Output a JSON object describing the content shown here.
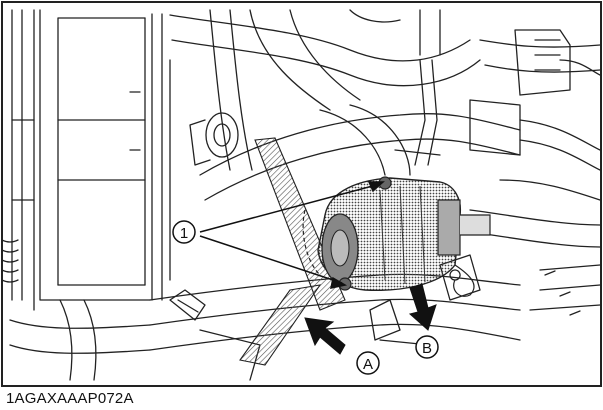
{
  "figure": {
    "caption": "1AGAXAAAP072A",
    "callouts": [
      {
        "id": "callout-1",
        "label": "1"
      },
      {
        "id": "callout-a",
        "label": "A"
      },
      {
        "id": "callout-b",
        "label": "B"
      }
    ],
    "colors": {
      "line": "#222222",
      "shade": "#777777",
      "background": "#ffffff"
    }
  }
}
